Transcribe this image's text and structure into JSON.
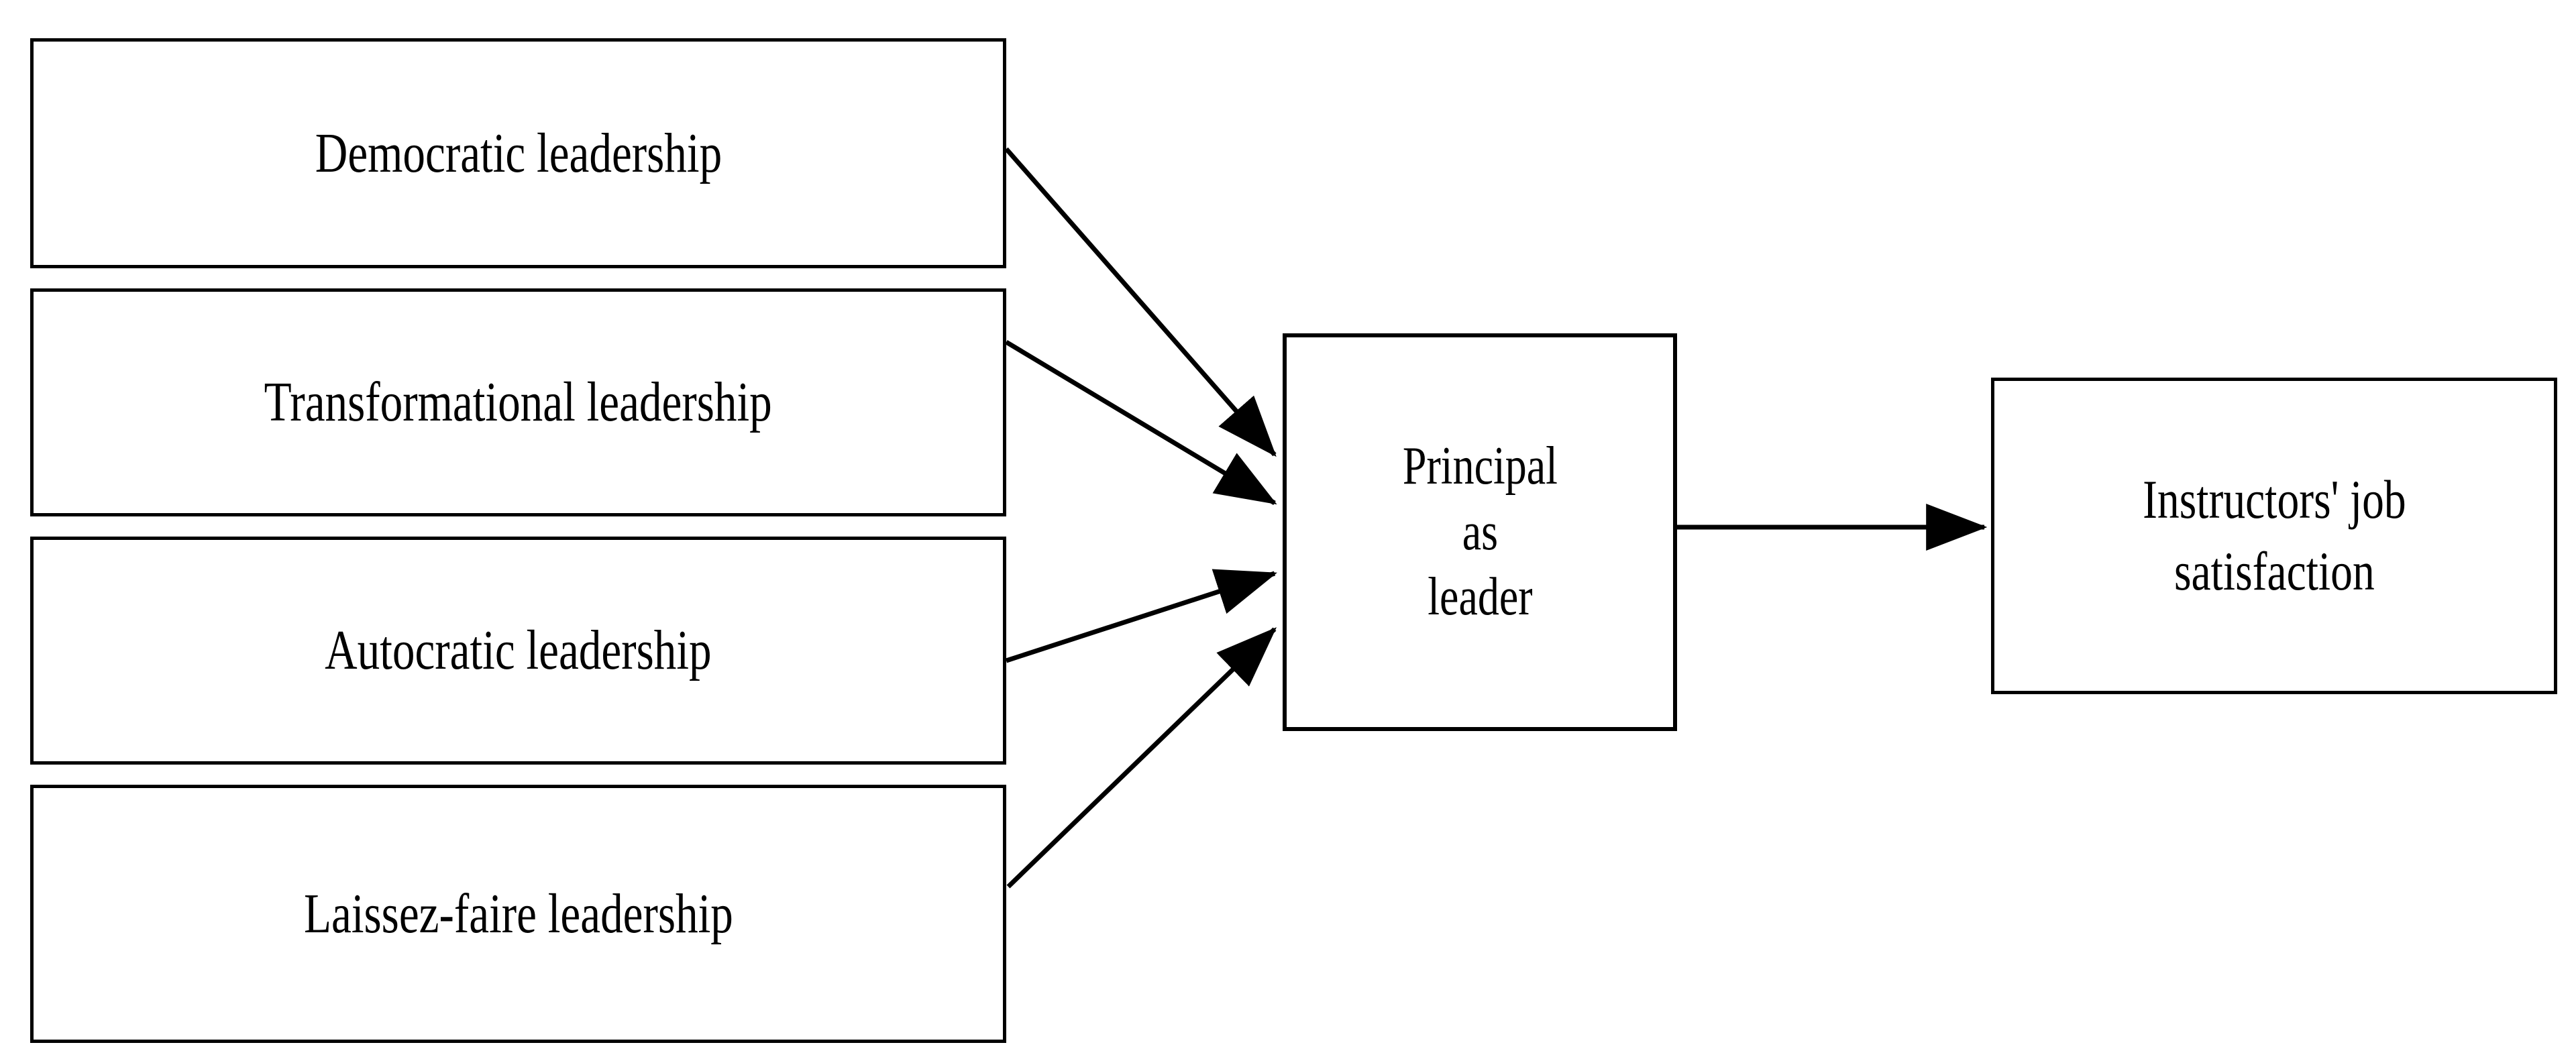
{
  "diagram": {
    "type": "conceptual-framework-flow-diagram",
    "background_color": "#ffffff",
    "line_color": "#000000",
    "text_color": "#000000",
    "nodes": {
      "predictors": [
        {
          "id": "democratic",
          "label": "Democratic leadership"
        },
        {
          "id": "transformational",
          "label": "Transformational leadership"
        },
        {
          "id": "autocratic",
          "label": "Autocratic leadership"
        },
        {
          "id": "laissez_faire",
          "label": "Laissez-faire leadership"
        }
      ],
      "mediator": {
        "id": "principal",
        "label": "Principal\nas\nleader"
      },
      "outcome": {
        "id": "job_satisfaction",
        "label": "Instructors' job\nsatisfaction"
      }
    },
    "edges": [
      {
        "id": "edge-democratic-to-principal",
        "from": "democratic",
        "to": "principal",
        "style": "solid-arrow"
      },
      {
        "id": "edge-transformational-to-principal",
        "from": "transformational",
        "to": "principal",
        "style": "solid-arrow"
      },
      {
        "id": "edge-autocratic-to-principal",
        "from": "autocratic",
        "to": "principal",
        "style": "solid-arrow"
      },
      {
        "id": "edge-laissez-to-principal",
        "from": "laissez_faire",
        "to": "principal",
        "style": "solid-arrow"
      },
      {
        "id": "edge-principal-to-outcome",
        "from": "principal",
        "to": "job_satisfaction",
        "style": "solid-arrow"
      }
    ]
  }
}
